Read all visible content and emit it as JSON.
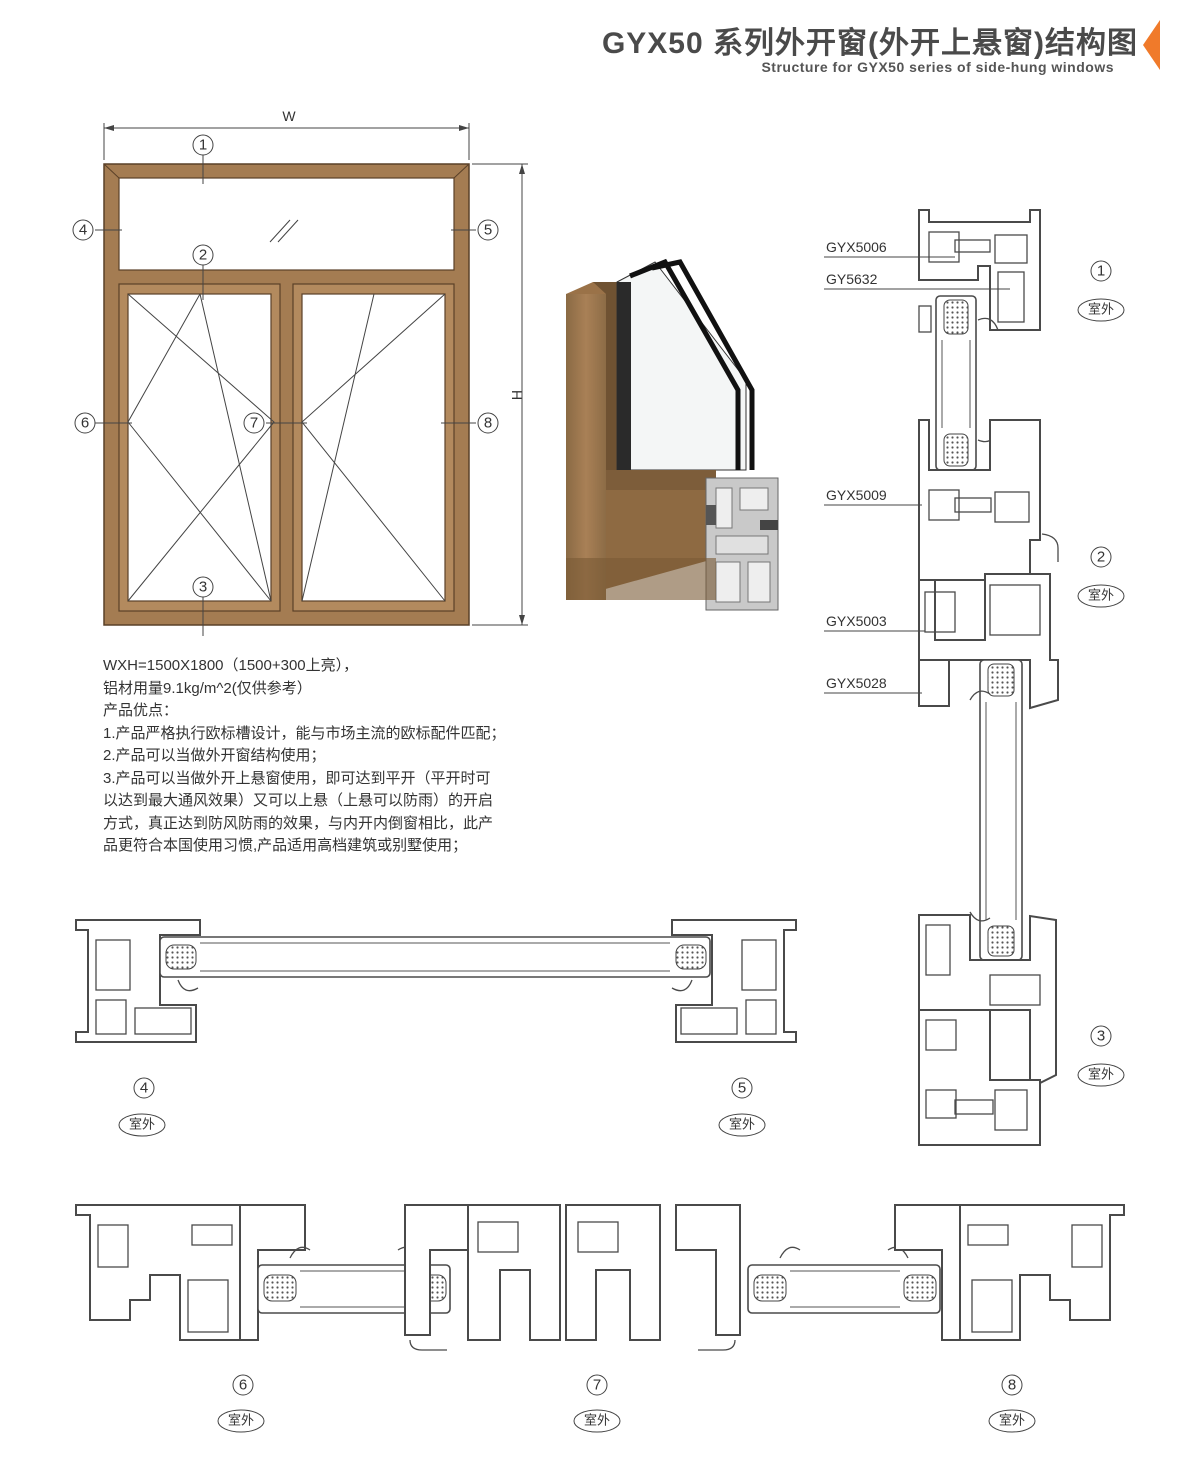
{
  "header": {
    "title_cn": "GYX50 系列外开窗(外开上悬窗)结构图",
    "title_en": "Structure for GYX50 series of side-hung windows",
    "accent_color": "#f07a2a"
  },
  "elevation": {
    "width_label": "W",
    "height_label": "H",
    "frame_color": "#a47c52",
    "markers": [
      "1",
      "2",
      "3",
      "4",
      "5",
      "6",
      "7",
      "8"
    ]
  },
  "description": {
    "lines": [
      "WXH=1500X1800（1500+300上亮），",
      "铝材用量9.1kg/m^2(仅供参考）",
      "产品优点：",
      "1.产品严格执行欧标槽设计，能与市场主流的欧标配件匹配；",
      "2.产品可以当做外开窗结构使用；",
      "3.产品可以当做外开上悬窗使用，即可达到平开（平开时可",
      "以达到最大通风效果）又可以上悬（上悬可以防雨）的开启",
      "方式，真正达到防风防雨的效果，与内开内倒窗相比，此产",
      "品更符合本国使用习惯,产品适用高档建筑或别墅使用；"
    ]
  },
  "vertical_section": {
    "profile_labels": [
      "GYX5006",
      "GY5632",
      "GYX5009",
      "GYX5003",
      "GYX5028"
    ],
    "markers": [
      "1",
      "2",
      "3"
    ],
    "outdoor_tag": "室外"
  },
  "horizontal_section": {
    "markers": [
      "4",
      "5"
    ],
    "outdoor_tag": "室外"
  },
  "mullion_section": {
    "markers": [
      "6",
      "7",
      "8"
    ],
    "outdoor_tag": "室外"
  },
  "icons": {
    "corner_mark": "triangle-icon"
  }
}
